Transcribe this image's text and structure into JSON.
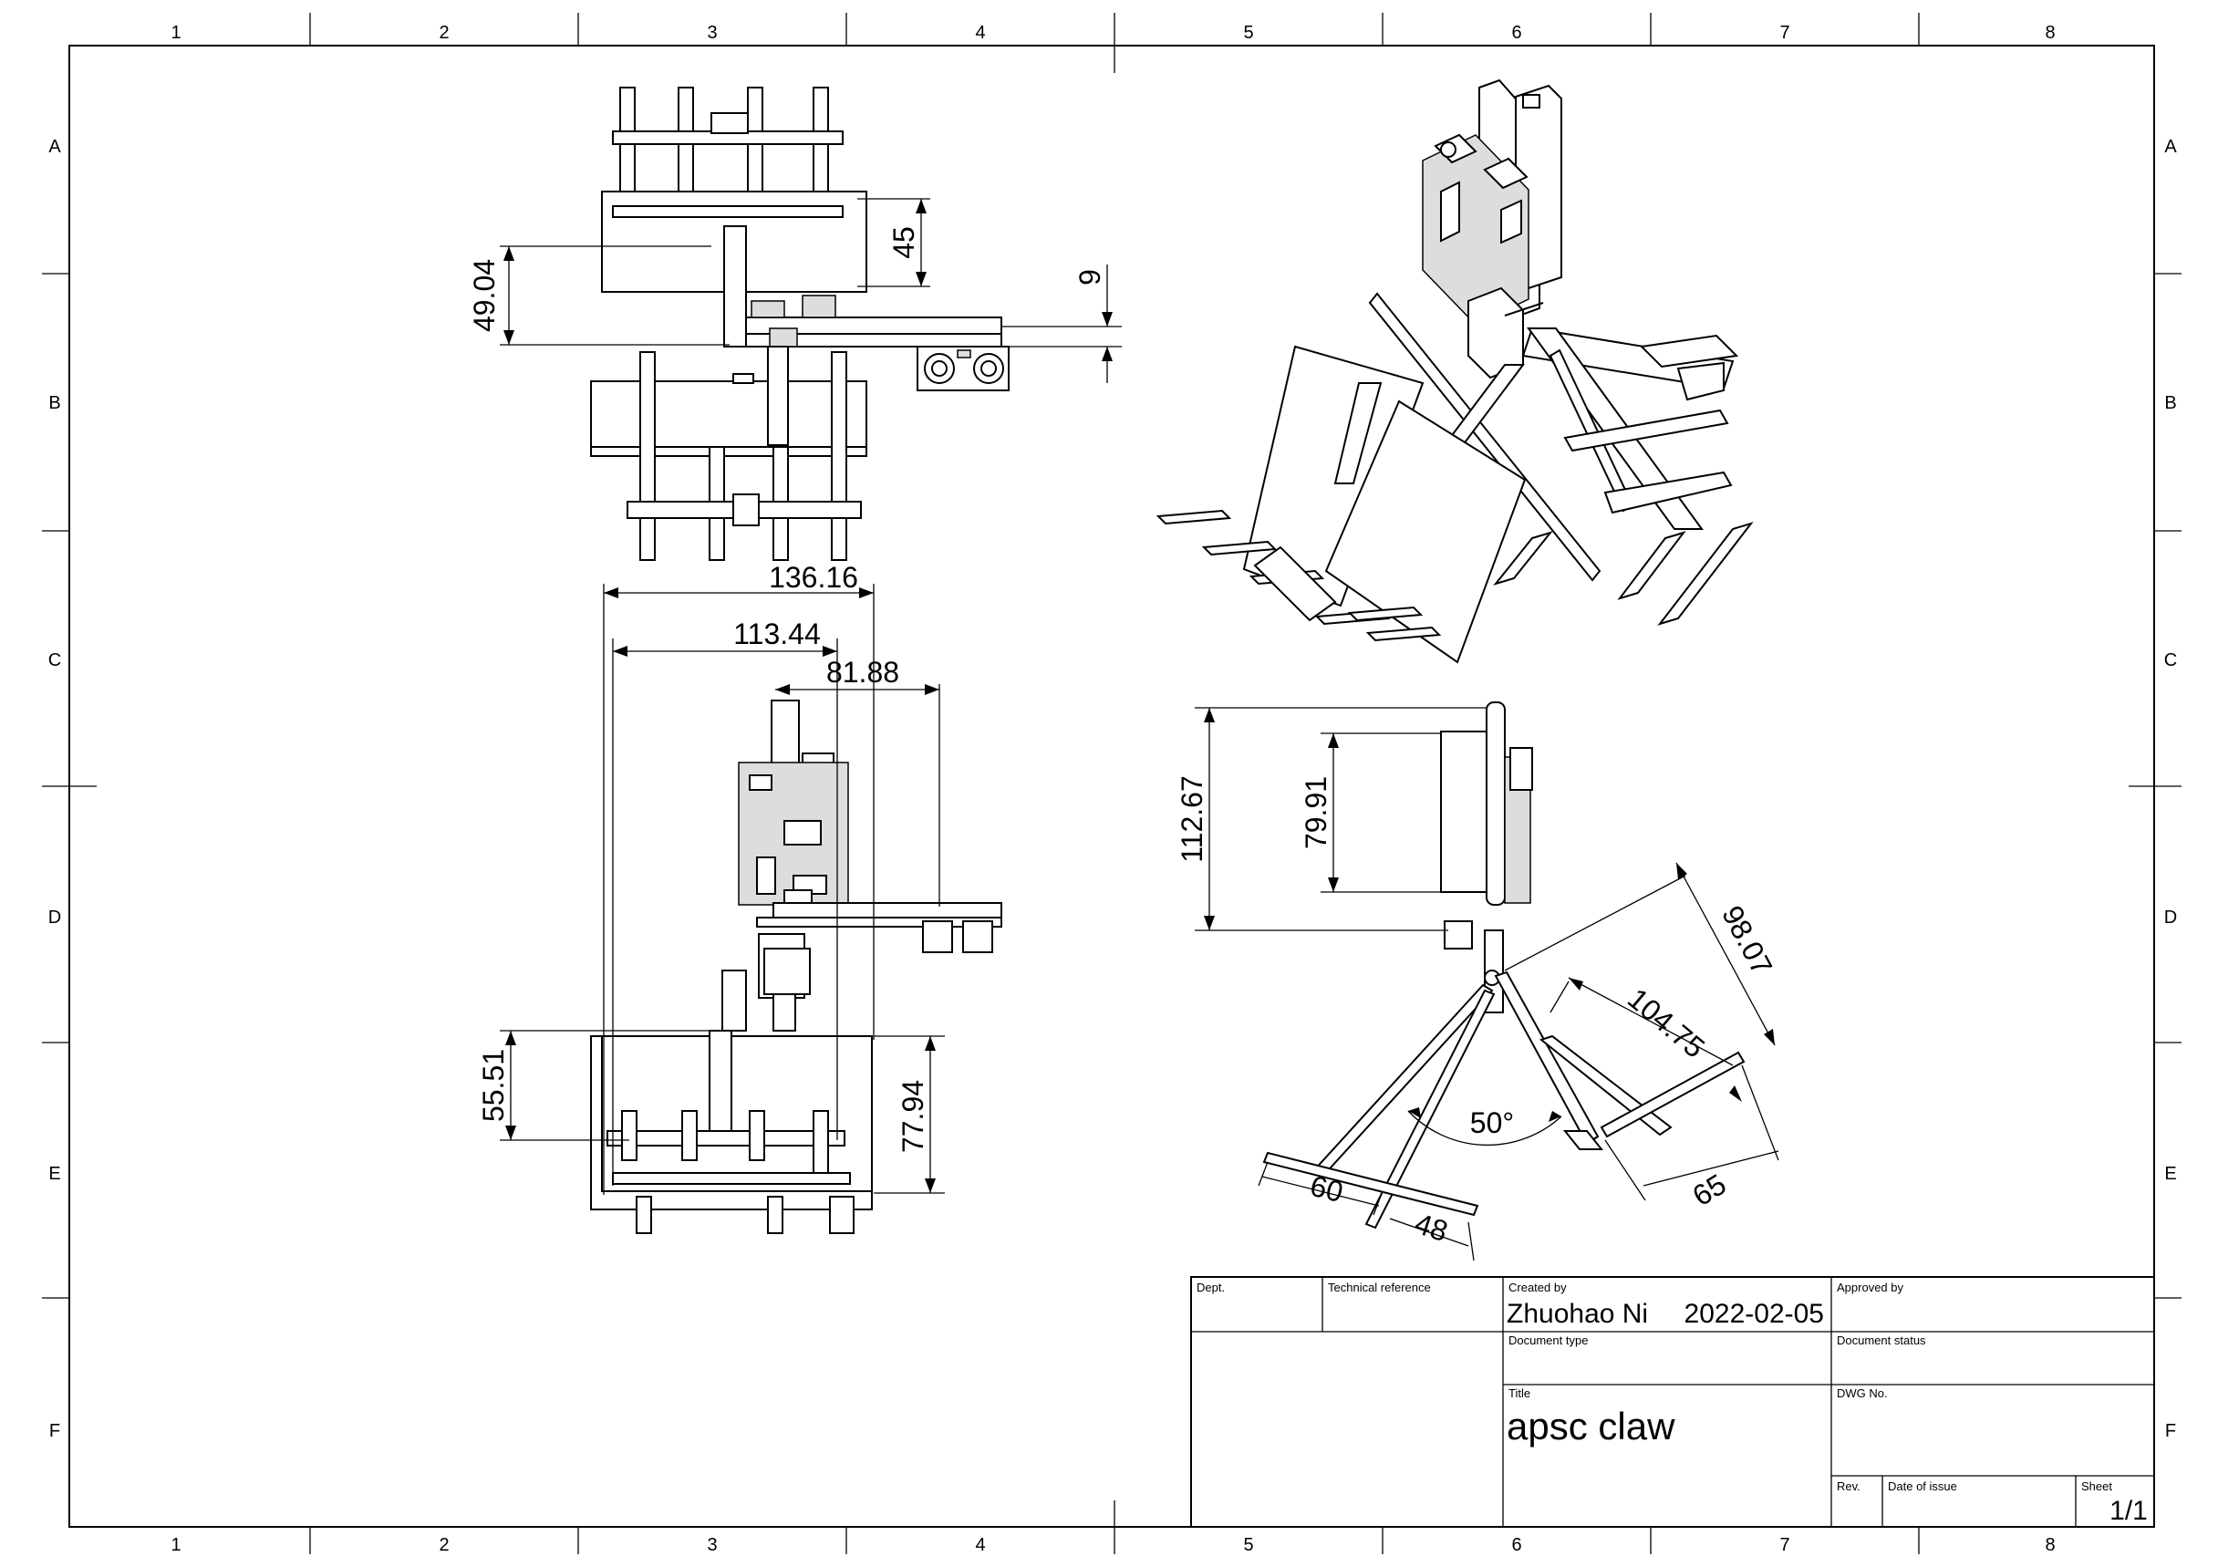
{
  "zones": {
    "columns": [
      "1",
      "2",
      "3",
      "4",
      "5",
      "6",
      "7",
      "8"
    ],
    "rows": [
      "A",
      "B",
      "C",
      "D",
      "E",
      "F"
    ]
  },
  "dimensions": {
    "top_view": {
      "d45": "45",
      "d9": "9",
      "d49_04": "49.04"
    },
    "front_view": {
      "d136_16": "136.16",
      "d113_44": "113.44",
      "d81_88": "81.88",
      "d55_51": "55.51",
      "d77_94": "77.94"
    },
    "side_view": {
      "d112_67": "112.67",
      "d79_91": "79.91",
      "d98_07": "98.07",
      "d104_75": "104.75",
      "d50deg": "50°",
      "d60": "60",
      "d48": "48",
      "d65": "65"
    }
  },
  "title_block": {
    "dept_label": "Dept.",
    "tech_ref_label": "Technical reference",
    "created_by_label": "Created by",
    "created_by": "Zhuohao Ni",
    "date": "2022-02-05",
    "approved_by_label": "Approved by",
    "doc_type_label": "Document type",
    "doc_status_label": "Document status",
    "title_label": "Title",
    "title": "apsc claw",
    "dwg_no_label": "DWG No.",
    "rev_label": "Rev.",
    "date_of_issue_label": "Date of issue",
    "sheet_label": "Sheet",
    "sheet": "1/1"
  }
}
